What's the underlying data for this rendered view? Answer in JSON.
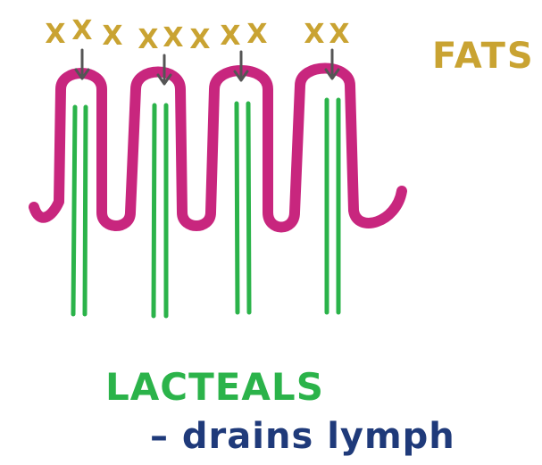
{
  "labels": {
    "fats": "FATS",
    "lacteals": "LACTEALS",
    "drains": "– drains lymph"
  },
  "fat_marks": {
    "symbol": "X",
    "counts": [
      3,
      3,
      2,
      2
    ]
  },
  "colors": {
    "villus": "#C8267E",
    "lacteal": "#2BB34A",
    "fat": "#C9A332",
    "arrow": "#555555",
    "drains_text": "#1F3A7A"
  },
  "icons": {
    "fat_absorption_arrow": "arrow-down-icon"
  }
}
